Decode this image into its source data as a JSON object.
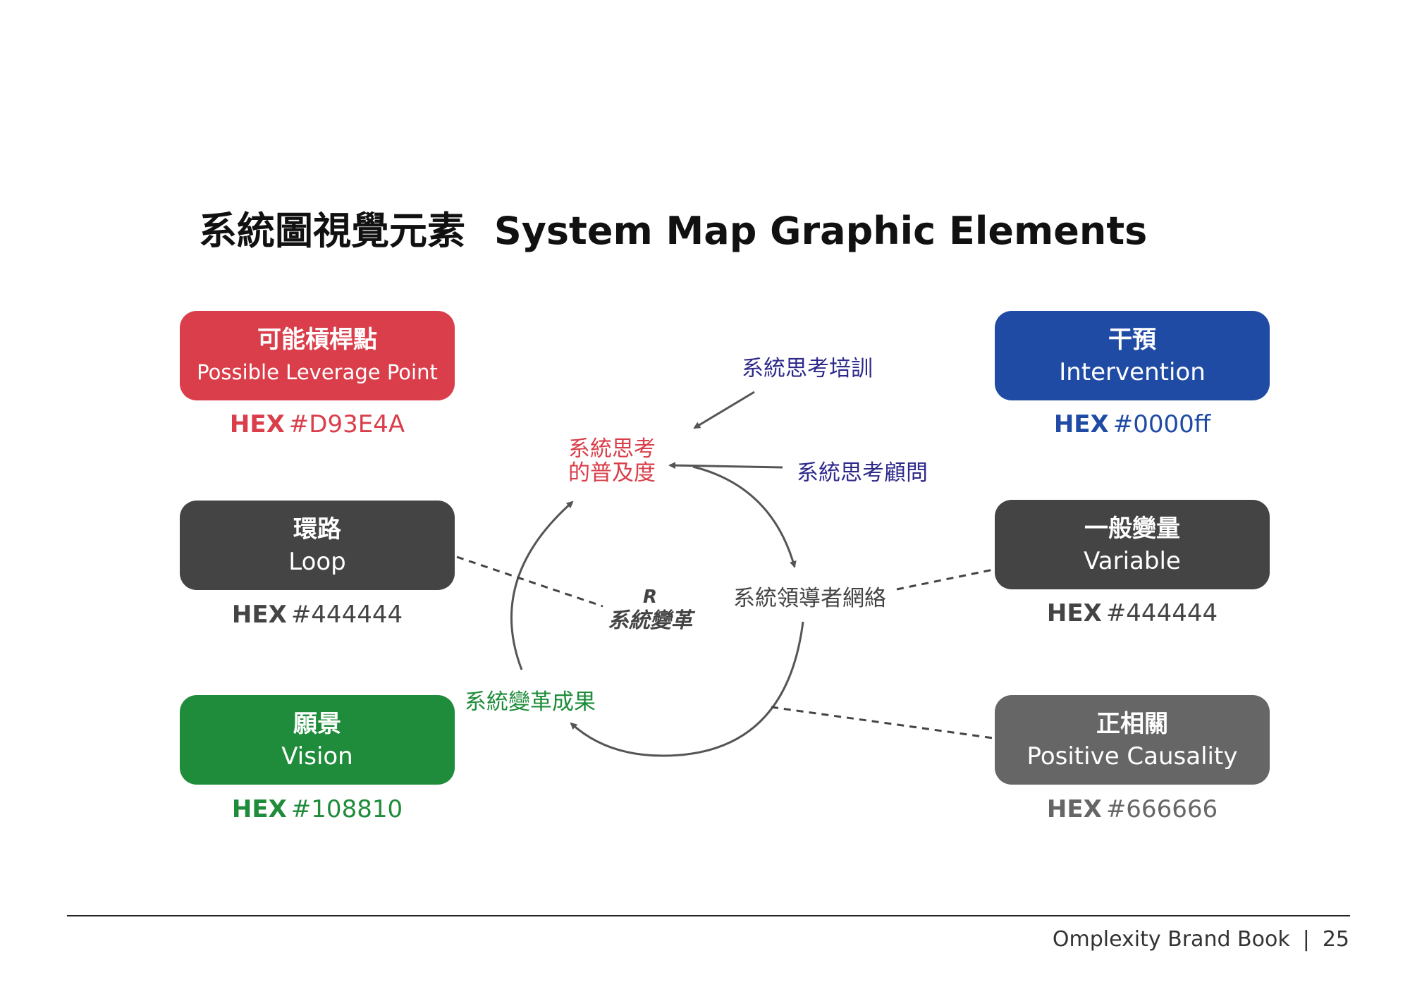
{
  "title": {
    "zh": "系統圖視覺元素",
    "en": "System Map Graphic Elements"
  },
  "cards": {
    "leverage": {
      "zh": "可能槓桿點",
      "en": "Possible Leverage Point",
      "hex_prefix": "HEX",
      "hex_value": "#D93E4A",
      "color": "#D93E4A"
    },
    "loop": {
      "zh": "環路",
      "en": "Loop",
      "hex_prefix": "HEX",
      "hex_value": "#444444",
      "color": "#444444"
    },
    "vision": {
      "zh": "願景",
      "en": "Vision",
      "hex_prefix": "HEX",
      "hex_value": "#108810",
      "color": "#1E8C3A"
    },
    "intervention": {
      "zh": "干預",
      "en": "Intervention",
      "hex_prefix": "HEX",
      "hex_value": "#0000ff",
      "color": "#1F4BA5"
    },
    "variable": {
      "zh": "一般變量",
      "en": "Variable",
      "hex_prefix": "HEX",
      "hex_value": "#444444",
      "color": "#444444"
    },
    "causality": {
      "zh": "正相關",
      "en": "Positive Causality",
      "hex_prefix": "HEX",
      "hex_value": "#666666",
      "color": "#666666"
    }
  },
  "diagram": {
    "leverage_label": {
      "line1": "系統思考",
      "line2": "的普及度"
    },
    "intervention_1": "系統思考培訓",
    "intervention_2": "系統思考顧問",
    "variable_label": "系統領導者網絡",
    "vision_label": "系統變革成果",
    "loop_r": "R",
    "loop_title": "系統變革"
  },
  "footer": {
    "brand": "Omplexity Brand Book",
    "separator": "|",
    "page": "25"
  }
}
